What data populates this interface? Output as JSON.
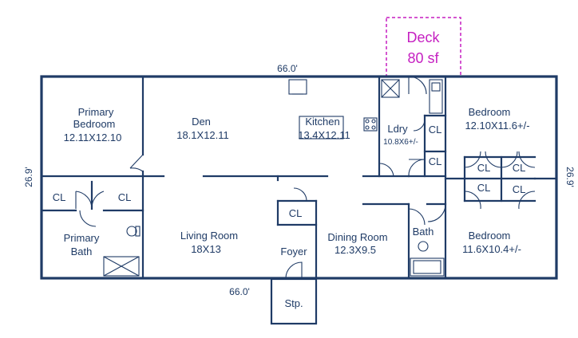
{
  "dimensions": {
    "top": "66.0'",
    "bottom": "66.0'",
    "left": "26.9'",
    "right": "26.9'"
  },
  "deck": {
    "label": "Deck",
    "area": "80 sf"
  },
  "rooms": {
    "primary_bedroom": {
      "name_line1": "Primary",
      "name_line2": "Bedroom",
      "size": "12.11X12.10"
    },
    "den": {
      "name": "Den",
      "size": "18.1X12.11"
    },
    "kitchen": {
      "name": "Kitchen",
      "size": "13.4X12.11"
    },
    "laundry": {
      "name": "Ldry",
      "size": "10.8X6+/-"
    },
    "bedroom_upper": {
      "name": "Bedroom",
      "size": "12.10X11.6+/-"
    },
    "bedroom_lower": {
      "name": "Bedroom",
      "size": "11.6X10.4+/-"
    },
    "living_room": {
      "name": "Living Room",
      "size": "18X13"
    },
    "dining_room": {
      "name": "Dining Room",
      "size": "12.3X9.5"
    },
    "primary_bath": {
      "name_line1": "Primary",
      "name_line2": "Bath"
    },
    "bath": {
      "name": "Bath"
    },
    "foyer": {
      "name": "Foyer"
    },
    "stoop": {
      "name": "Stp."
    }
  },
  "closet_label": "CL"
}
